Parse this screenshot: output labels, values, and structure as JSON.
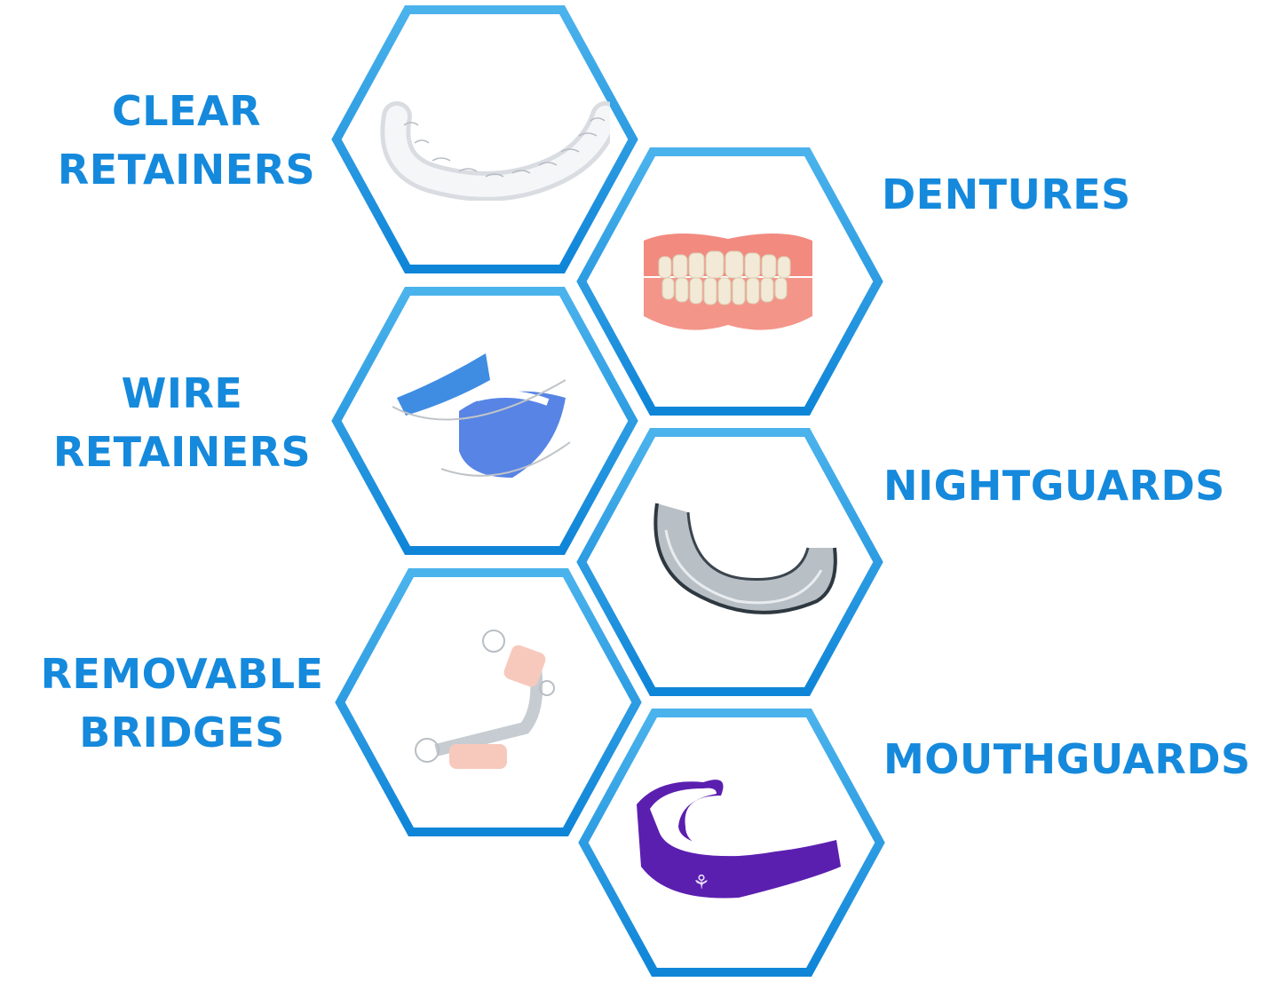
{
  "colors": {
    "label_text": "#1589dc",
    "hex_border_light": "#4bb3ec",
    "hex_border_dark": "#0f85d8",
    "background": "#ffffff"
  },
  "products": [
    {
      "name": "clear-retainers",
      "label_line1": "CLEAR",
      "label_line2": "RETAINERS",
      "side": "left",
      "image": "clear-retainer"
    },
    {
      "name": "dentures",
      "label_line1": "DENTURES",
      "label_line2": "",
      "side": "right",
      "image": "dentures"
    },
    {
      "name": "wire-retainers",
      "label_line1": "WIRE",
      "label_line2": "RETAINERS",
      "side": "left",
      "image": "wire-retainer"
    },
    {
      "name": "nightguards",
      "label_line1": "NIGHTGUARDS",
      "label_line2": "",
      "side": "right",
      "image": "nightguard"
    },
    {
      "name": "removable-bridges",
      "label_line1": "REMOVABLE",
      "label_line2": "BRIDGES",
      "side": "left",
      "image": "removable-bridge"
    },
    {
      "name": "mouthguards",
      "label_line1": "MOUTHGUARDS",
      "label_line2": "",
      "side": "right",
      "image": "mouthguard"
    }
  ]
}
